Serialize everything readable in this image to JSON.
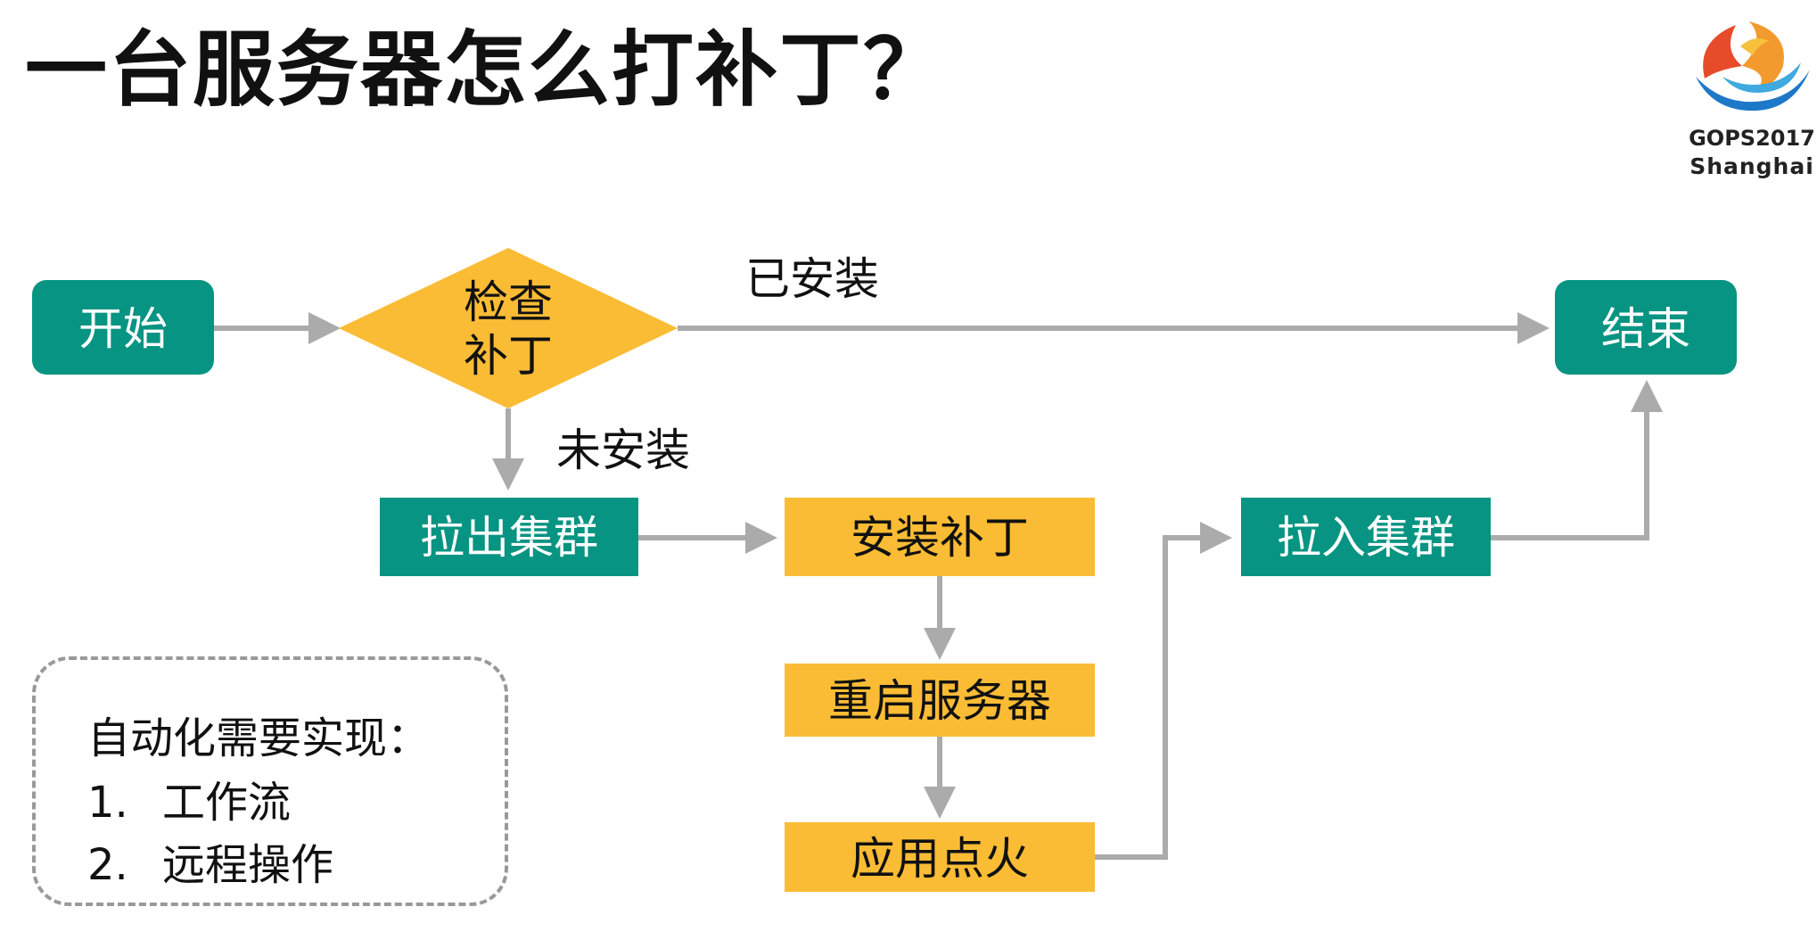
{
  "title": "一台服务器怎么打补丁？",
  "logo": {
    "line1": "GOPS2017",
    "line2": "Shanghai"
  },
  "colors": {
    "teal": "#079482",
    "yellow": "#FBBC35",
    "arrow": "#ABABAB",
    "dash": "#999999"
  },
  "flow": {
    "start": "开始",
    "check": [
      "检查",
      "补丁"
    ],
    "end": "结束",
    "pull_out": "拉出集群",
    "install": "安装补丁",
    "reboot": "重启服务器",
    "warmup": "应用点火",
    "pull_in": "拉入集群",
    "label_installed": "已安装",
    "label_not_installed": "未安装"
  },
  "notes": {
    "heading": "自动化需要实现：",
    "items": [
      {
        "num": "1.",
        "text": "工作流"
      },
      {
        "num": "2.",
        "text": "远程操作"
      }
    ]
  }
}
